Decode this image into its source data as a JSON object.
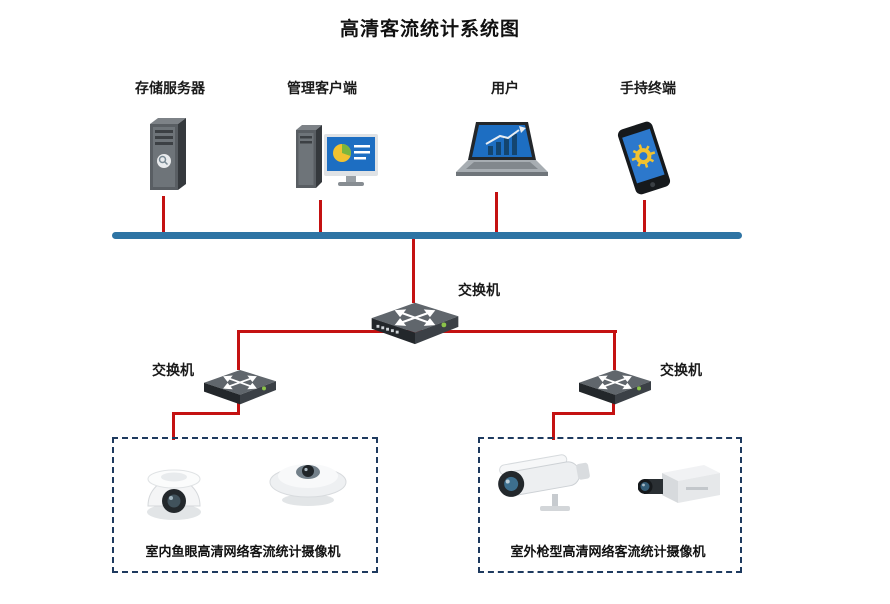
{
  "title": "高清客流统计系统图",
  "top_devices": [
    {
      "id": "storage-server",
      "label": "存储服务器"
    },
    {
      "id": "management-client",
      "label": "管理客户端"
    },
    {
      "id": "user-laptop",
      "label": "用户"
    },
    {
      "id": "handheld-terminal",
      "label": "手持终端"
    }
  ],
  "switches": {
    "core_label": "交换机",
    "left_label": "交换机",
    "right_label": "交换机"
  },
  "camera_groups": {
    "indoor_label": "室内鱼眼高清网络客流统计摄像机",
    "outdoor_label": "室外枪型高清网络客流统计摄像机"
  },
  "colors": {
    "bus": "#2e74a4",
    "link": "#c41111",
    "box_border": "#1e3a5f"
  }
}
